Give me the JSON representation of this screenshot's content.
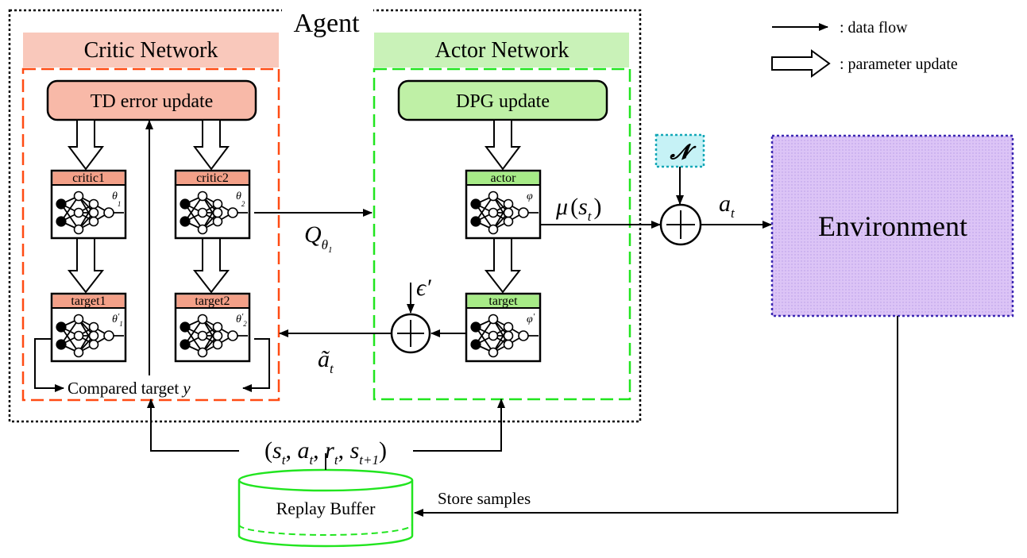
{
  "agent_title": "Agent",
  "legend": {
    "data_flow": ": data flow",
    "parameter_update": ": parameter update"
  },
  "critic": {
    "title": "Critic Network",
    "update_label": "TD error update",
    "nets": [
      {
        "label": "critic1",
        "param": "θ",
        "sub": "1",
        "prime": ""
      },
      {
        "label": "critic2",
        "param": "θ",
        "sub": "2",
        "prime": ""
      },
      {
        "label": "target1",
        "param": "θ",
        "sub": "1",
        "prime": "′"
      },
      {
        "label": "target2",
        "param": "θ",
        "sub": "2",
        "prime": "′"
      }
    ],
    "compared_target": "Compared target ",
    "compared_target_var": "y"
  },
  "actor": {
    "title": "Actor Network",
    "update_label": "DPG update",
    "nets": [
      {
        "label": "actor",
        "param": "φ",
        "prime": ""
      },
      {
        "label": "target",
        "param": "φ",
        "prime": "′"
      }
    ]
  },
  "math": {
    "q_main": "Q",
    "q_sub": "θ",
    "q_subsub": "1",
    "mu": "μ",
    "mu_arg": "s",
    "mu_arg_sub": "t",
    "a_main": "a",
    "a_sub": "t",
    "a_tilde_main": "ã",
    "a_tilde_sub": "t",
    "epsilon": "ϵ′",
    "noise": "𝓝",
    "plus": "+",
    "tuple": {
      "s": "s",
      "s_sub": "t",
      "a": "a",
      "a_sub": "t",
      "r": "r",
      "r_sub": "t",
      "s2": "s",
      "s2_sub": "t+1"
    }
  },
  "environment_label": "Environment",
  "replay_buffer_label": "Replay Buffer",
  "store_samples_label": "Store samples",
  "colors": {
    "critic_header": "#f9c8bb",
    "critic_update": "#f8b9a8",
    "critic_border": "#ff4b13",
    "critic_net_header": "#f3a088",
    "actor_header": "#c9f2b8",
    "actor_update": "#bff0a6",
    "actor_border": "#21e51f",
    "actor_net_header": "#a7eb87",
    "noise_box": "#c6f2f6",
    "noise_border": "#14a7b7",
    "environment": "#dcc4f6",
    "environment_border": "#3c28b3",
    "buffer": "#21e51f"
  }
}
